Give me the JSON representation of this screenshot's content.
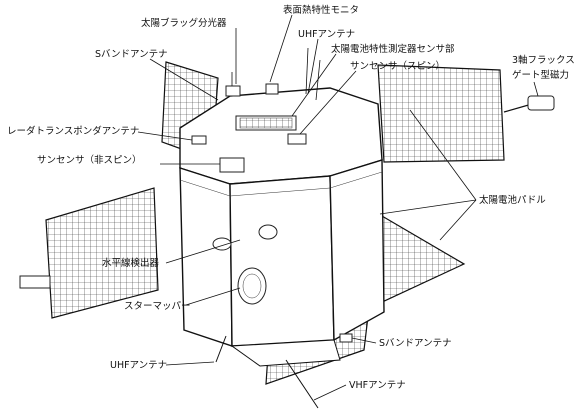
{
  "labels": {
    "bragg_spectrometer": "太陽ブラッグ分光器",
    "thermal_monitor": "表面熱特性モニタ",
    "uhf_antenna_top": "UHFアンテナ",
    "s_band_antenna_top": "Sバンドアンテナ",
    "solar_cell_sensor": "太陽電池特性測定器センサ部",
    "sun_sensor_spin": "サンセンサ（スピン）",
    "magnetometer_line1": "3軸フラックス",
    "magnetometer_line2": "ゲート型磁力",
    "radar_transponder": "レーダトランスポンダアンテナ",
    "sun_sensor_nonspin": "サンセンサ（非スピン）",
    "solar_paddle": "太陽電池パドル",
    "horizon_sensor": "水平線検出器",
    "star_mapper": "スターマッパー",
    "s_band_antenna_bottom": "Sバンドアンテナ",
    "uhf_antenna_bottom": "UHFアンテナ",
    "vhf_antenna": "VHFアンテナ"
  }
}
